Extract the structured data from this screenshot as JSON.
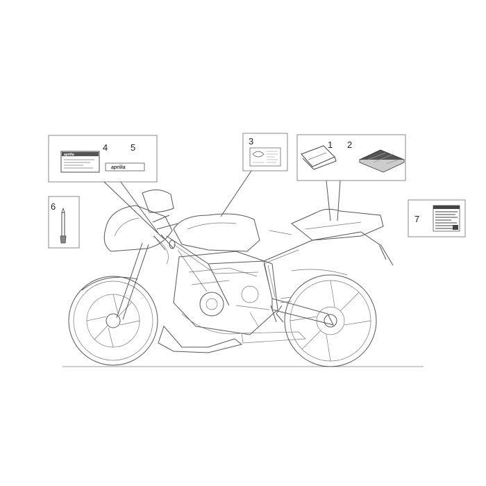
{
  "diagram": {
    "callouts": {
      "c1": "1",
      "c2": "2",
      "c3": "3",
      "c4": "4",
      "c5": "5",
      "c6": "6",
      "c7": "7"
    },
    "label_brand": "aprilia"
  },
  "colors": {
    "line": "#555555",
    "frame": "#888888",
    "decal_dark": "#333333",
    "background": "#ffffff"
  }
}
